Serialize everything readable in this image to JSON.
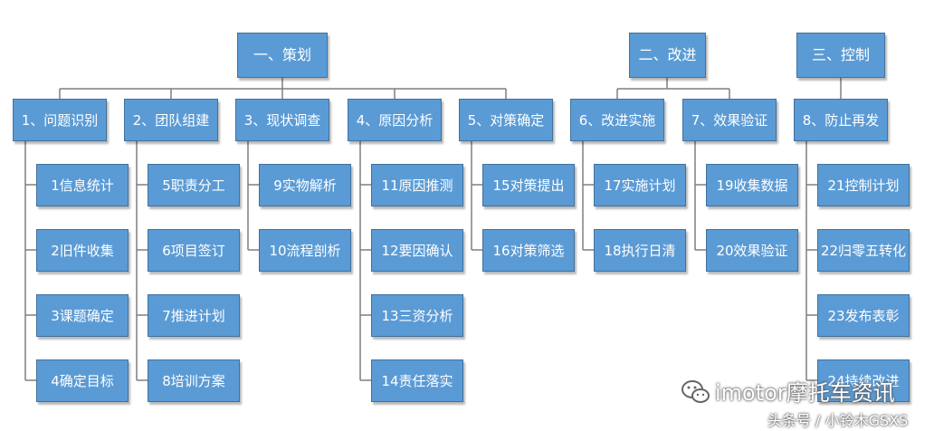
{
  "phases": [
    {
      "label": "一、策划",
      "steps": [
        {
          "label": "1、问题识别",
          "tasks": [
            "1信息统计",
            "2旧件收集",
            "3课题确定",
            "4确定目标"
          ]
        },
        {
          "label": "2、团队组建",
          "tasks": [
            "5职责分工",
            "6项目签订",
            "7推进计划",
            "8培训方案"
          ]
        },
        {
          "label": "3、现状调查",
          "tasks": [
            "9实物解析",
            "10流程剖析"
          ]
        },
        {
          "label": "4、原因分析",
          "tasks": [
            "11原因推测",
            "12要因确认",
            "13三资分析",
            "14责任落实"
          ]
        },
        {
          "label": "5、对策确定",
          "tasks": [
            "15对策提出",
            "16对策筛选"
          ]
        }
      ]
    },
    {
      "label": "二、改进",
      "steps": [
        {
          "label": "6、改进实施",
          "tasks": [
            "17实施计划",
            "18执行日清"
          ]
        },
        {
          "label": "7、效果验证",
          "tasks": [
            "19收集数据",
            "20效果验证"
          ]
        }
      ]
    },
    {
      "label": "三、控制",
      "steps": [
        {
          "label": "8、防止再发",
          "tasks": [
            "21控制计划",
            "22归零五转化",
            "23发布表彰",
            "24持续改进"
          ]
        }
      ]
    }
  ],
  "watermark": {
    "main": "imotor摩托车资讯",
    "sub": "头条号 / 小铃木GSXS"
  }
}
